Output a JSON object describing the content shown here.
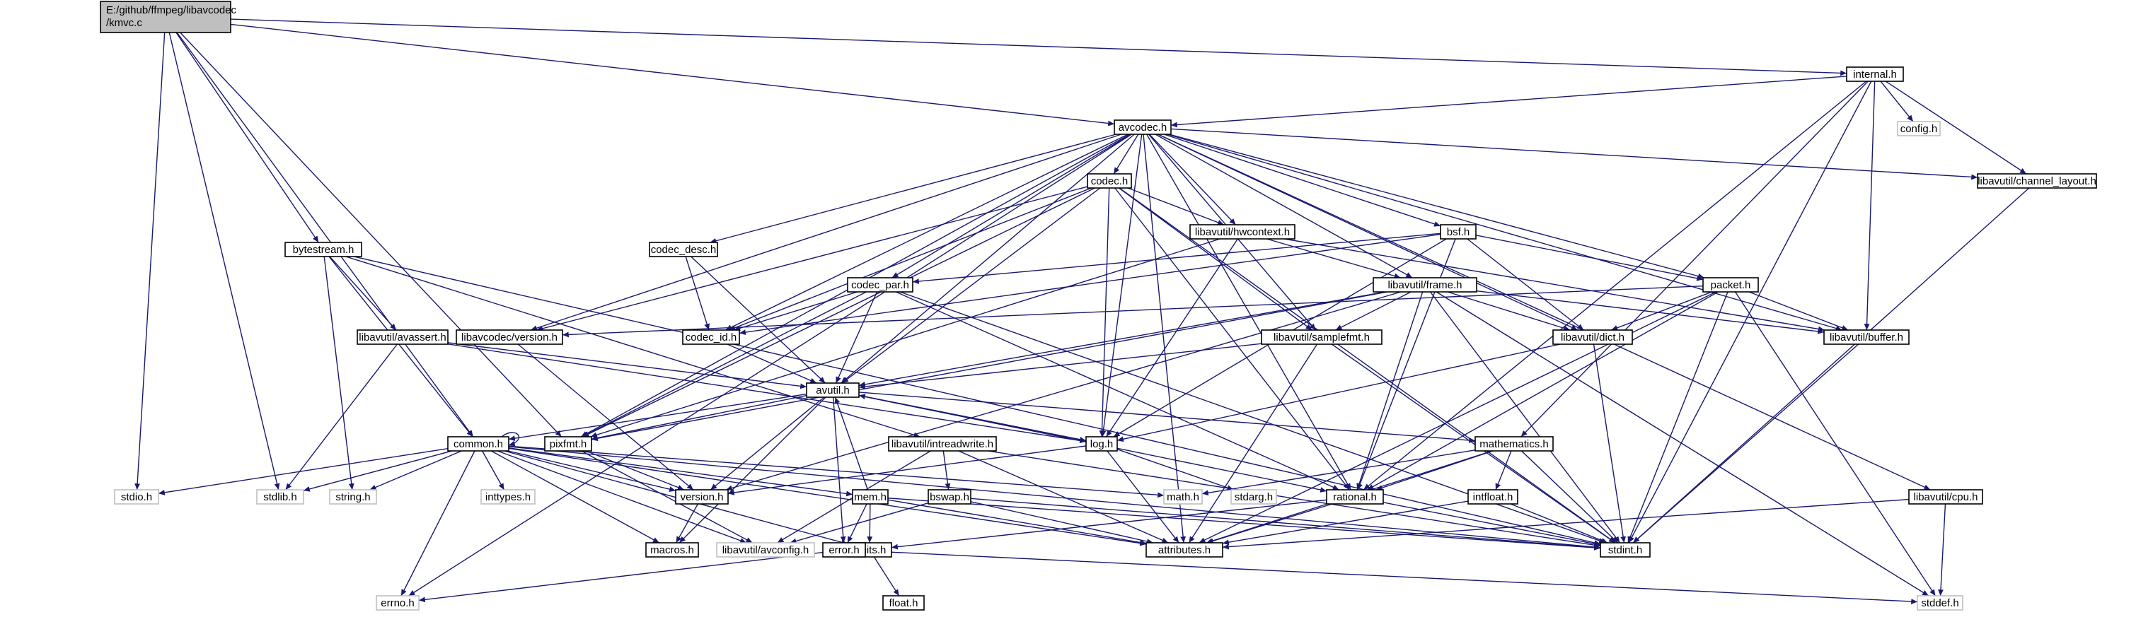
{
  "diagram": {
    "root": {
      "lines": [
        "E:/github/ffmpeg/libavcodec",
        "/kmvc.c"
      ]
    },
    "nodes": {
      "internal": "internal.h",
      "config": "config.h",
      "avcodec": "avcodec.h",
      "channel_layout": "libavutil/channel_layout.h",
      "codec": "codec.h",
      "hwcontext": "libavutil/hwcontext.h",
      "bsf": "bsf.h",
      "bytestream": "bytestream.h",
      "codec_desc": "codec_desc.h",
      "codec_par": "codec_par.h",
      "frame": "libavutil/frame.h",
      "packet": "packet.h",
      "avassert": "libavutil/avassert.h",
      "lav_version": "libavcodec/version.h",
      "codec_id": "codec_id.h",
      "samplefmt": "libavutil/samplefmt.h",
      "dict": "libavutil/dict.h",
      "buffer": "libavutil/buffer.h",
      "avutil": "avutil.h",
      "common": "common.h",
      "pixfmt": "pixfmt.h",
      "intreadwrite": "libavutil/intreadwrite.h",
      "log": "log.h",
      "mathematics": "mathematics.h",
      "stdio": "stdio.h",
      "stdlib": "stdlib.h",
      "string": "string.h",
      "inttypes": "inttypes.h",
      "version": "version.h",
      "mem": "mem.h",
      "bswap": "bswap.h",
      "math": "math.h",
      "stdarg": "stdarg.h",
      "rational": "rational.h",
      "intfloat": "intfloat.h",
      "cpu": "libavutil/cpu.h",
      "macros": "macros.h",
      "avconfig": "libavutil/avconfig.h",
      "limits": "limits.h",
      "error": "error.h",
      "attributes": "attributes.h",
      "stdint": "stdint.h",
      "errno": "errno.h",
      "float": "float.h",
      "stddef": "stddef.h"
    }
  }
}
